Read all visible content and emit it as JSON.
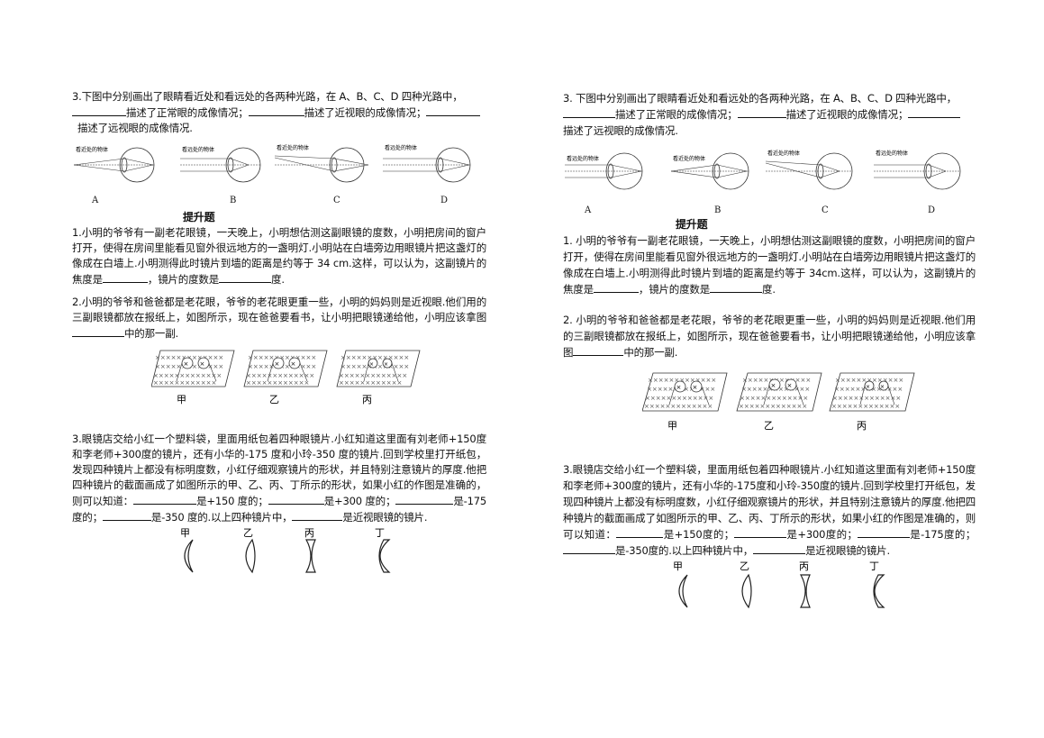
{
  "left": {
    "q_eye": {
      "l1": "3.下图中分别画出了眼睛看近处和看远处的各两种光路，在 A、B、C、D 四种光路中，",
      "l2": "描述了正常眼的成像情况；",
      "l2b": "描述了近视眼的成像情况；",
      "l3": "描述了远视眼的成像情况."
    },
    "eyes": [
      {
        "label": "A",
        "caption": "看近处的物体"
      },
      {
        "label": "B",
        "caption": "看远处的物体"
      },
      {
        "label": "C",
        "caption": "看近处的物体"
      },
      {
        "label": "D",
        "caption": "看远处的物体"
      }
    ],
    "heading": "提升题",
    "q1": {
      "a": "1.小明的爷爷有一副老花眼镜，一天晚上，小明想估测这副眼镜的度数，小明把房间的窗户打开，使得在房间里能看见窗外很远地方的一盏明灯.小明站在白墙旁边用眼镜片把这盏灯的像成在白墙上.小明测得此时镜片到墙的距离是约等于 34 cm.这样，可以认为，这副镜片的焦度是",
      "b": "，镜片的度数是",
      "c": "度."
    },
    "q2": {
      "a": "2.小明的爷爷和爸爸都是老花眼，爷爷的老花眼更重一些，小明的妈妈则是近视眼.他们用的三副眼镜都放在报纸上，如图所示，现在爸爸要看书，让小明把眼镜递给他，小明应该拿图",
      "b": "中的那一副."
    },
    "grids": [
      "甲",
      "乙",
      "丙"
    ],
    "q3": {
      "a": "3.眼镜店交给小红一个塑料袋，里面用纸包着四种眼镜片.小红知道这里面有刘老师+150度和李老师+300度的镜片，还有小华的-175 度和小玲-350 度的镜片.回到学校里打开纸包，发现四种镜片上都没有标明度数，小红仔细观察镜片的形状，并且特别注意镜片的厚度.他把四种镜片的截面画成了如图所示的甲、乙、丙、丁所示的形状，如果小红的作图是准确的，则可以知道：",
      "b": "是+150 度的；",
      "c": "是+300 度的；",
      "d": "是-175 度的；",
      "e": "是-350 度的.以上四种镜片中，",
      "f": "是近视眼镜的镜片."
    },
    "lenses": [
      "甲",
      "乙",
      "丙",
      "丁"
    ]
  },
  "right": {
    "q_eye": {
      "l1": "3. 下图中分别画出了眼睛看近处和看远处的各两种光路，在 A、B、C、D 四种光路中，",
      "l2": "描述了正常眼的成像情况；",
      "l2b": "描述了近视眼的成像情况；",
      "l3": "描述了远视眼的成像情况."
    },
    "eyes": [
      {
        "label": "A",
        "caption": "看远处的物体"
      },
      {
        "label": "B",
        "caption": "看近处的物体"
      },
      {
        "label": "C",
        "caption": "看近处的物体"
      },
      {
        "label": "D",
        "caption": "看远处的物体"
      }
    ],
    "heading": "提升题",
    "q1": {
      "a": "1. 小明的爷爷有一副老花眼镜，一天晚上，小明想估测这副眼镜的度数，小明把房间的窗户打开，使得在房间里能看见窗外很远地方的一盏明灯.小明站在白墙旁边用眼镜片把这盏灯的像成在白墙上.小明测得此时镜片到墙的距离是约等于 34cm.这样，可以认为，这副镜片的焦度是",
      "b": "，镜片的度数是",
      "c": "度."
    },
    "q2": {
      "a": "2. 小明的爷爷和爸爸都是老花眼，爷爷的老花眼更重一些，小明的妈妈则是近视眼.他们用的三副眼镜都放在报纸上，如图所示，现在爸爸要看书，让小明把眼镜递给他，小明应该拿图",
      "b": "中的那一副."
    },
    "grids": [
      "甲",
      "乙",
      "丙"
    ],
    "q3": {
      "a": "3.眼镜店交给小红一个塑料袋，里面用纸包着四种眼镜片.小红知道这里面有刘老师+150度和李老师+300度的镜片，还有小华的-175度和小玲-350度的镜片.回到学校里打开纸包，发现四种镜片上都没有标明度数，小红仔细观察镜片的形状，并且特别注意镜片的厚度.他把四种镜片的截面画成了如图所示的甲、乙、丙、丁所示的形状，如果小红的作图是准确的，则可以知道：",
      "b": "是+150度的；",
      "c": "是+300度的；",
      "d": "是-175度的；",
      "e": "是-350度的.以上四种镜片中，",
      "f": "是近视眼镜的镜片."
    },
    "lenses": [
      "甲",
      "乙",
      "丙",
      "丁"
    ]
  }
}
